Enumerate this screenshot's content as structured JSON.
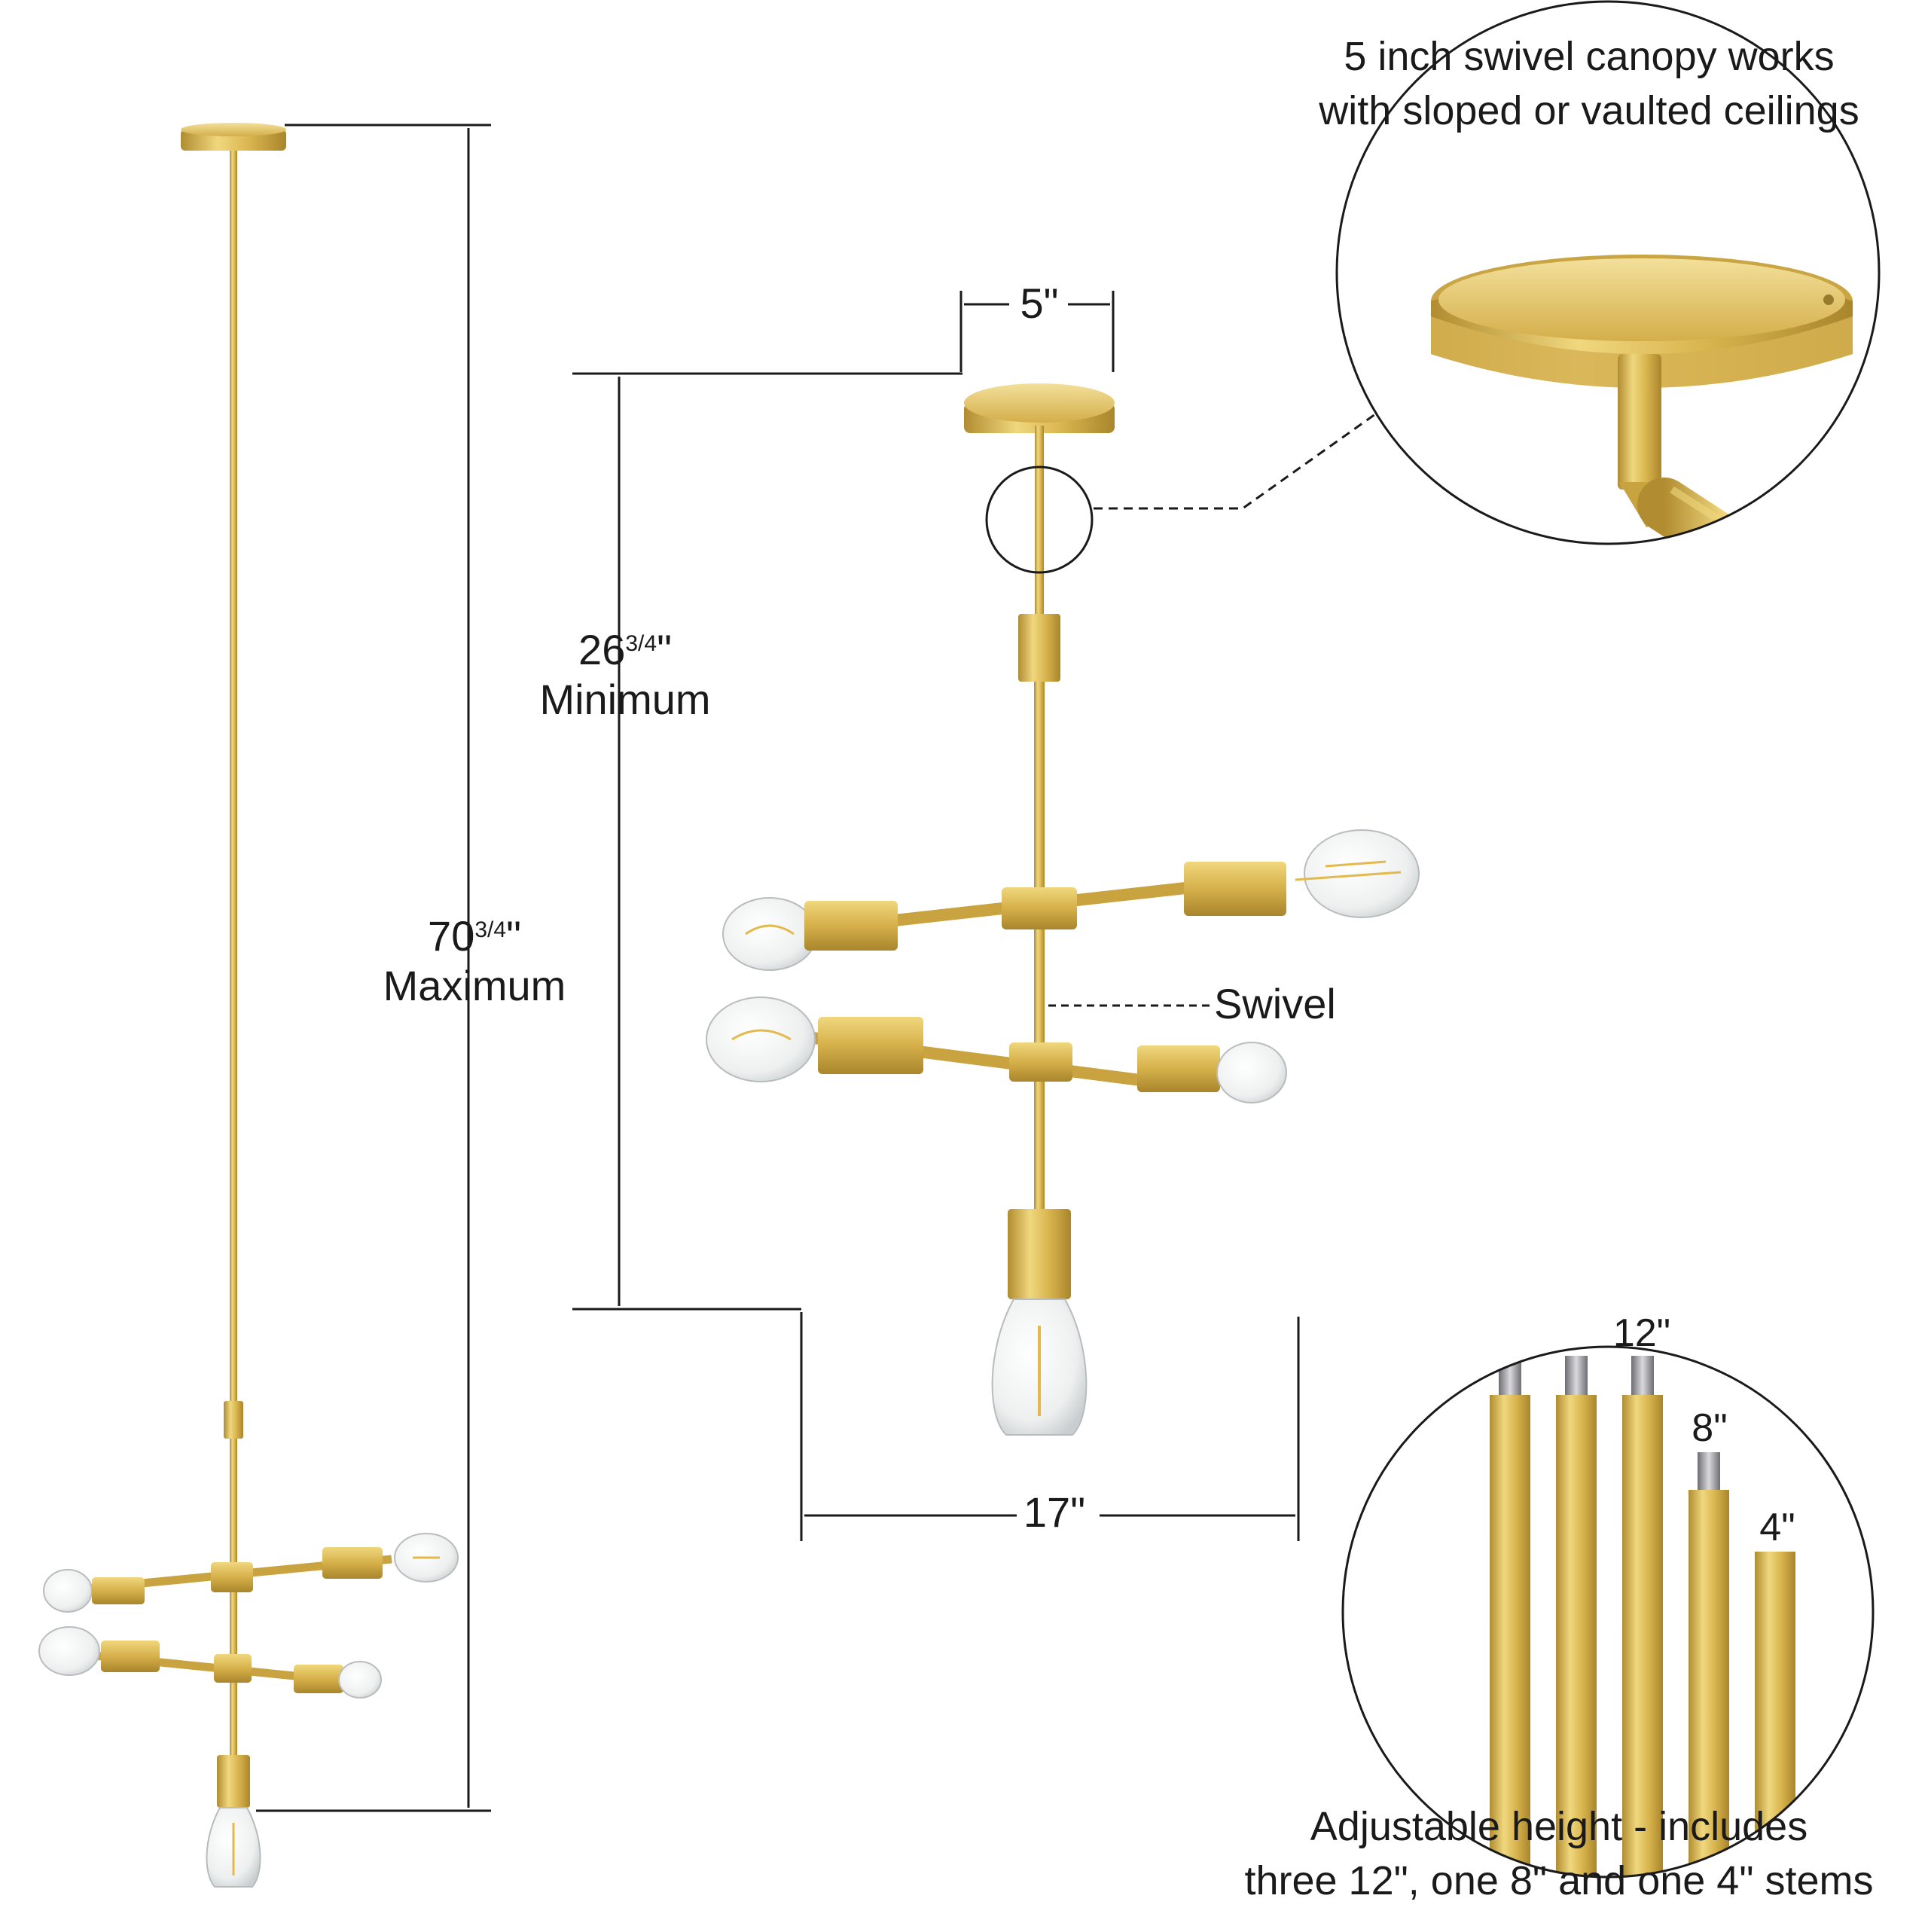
{
  "colors": {
    "gold": "#d8b24a",
    "gold_light": "#f0d77e",
    "gold_dark": "#a9852c",
    "line": "#1a1a1a",
    "bulb_glass": "#eef0f0",
    "filament": "#e3b94e",
    "thread": "#8e8e92"
  },
  "dimensions": {
    "max_height": {
      "value": "70",
      "fraction_num": "3",
      "fraction_den": "4",
      "unit": "\"",
      "label": "Maximum"
    },
    "min_height": {
      "value": "26",
      "fraction_num": "3",
      "fraction_den": "4",
      "unit": "\"",
      "label": "Minimum"
    },
    "canopy_width": "5\"",
    "fixture_width": "17\""
  },
  "swivel_label": "Swivel",
  "canopy_callout": {
    "line1": "5 inch swivel canopy works",
    "line2": "with sloped or vaulted ceilings"
  },
  "stems_callout": {
    "line1": "Adjustable height - includes",
    "line2": "three 12\", one 8\" and one 4\" stems",
    "labels": {
      "twelve": "12\"",
      "eight": "8\"",
      "four": "4\""
    }
  },
  "icons": [
    "pendant-light-icon",
    "swivel-canopy-icon",
    "extension-stems-icon"
  ]
}
